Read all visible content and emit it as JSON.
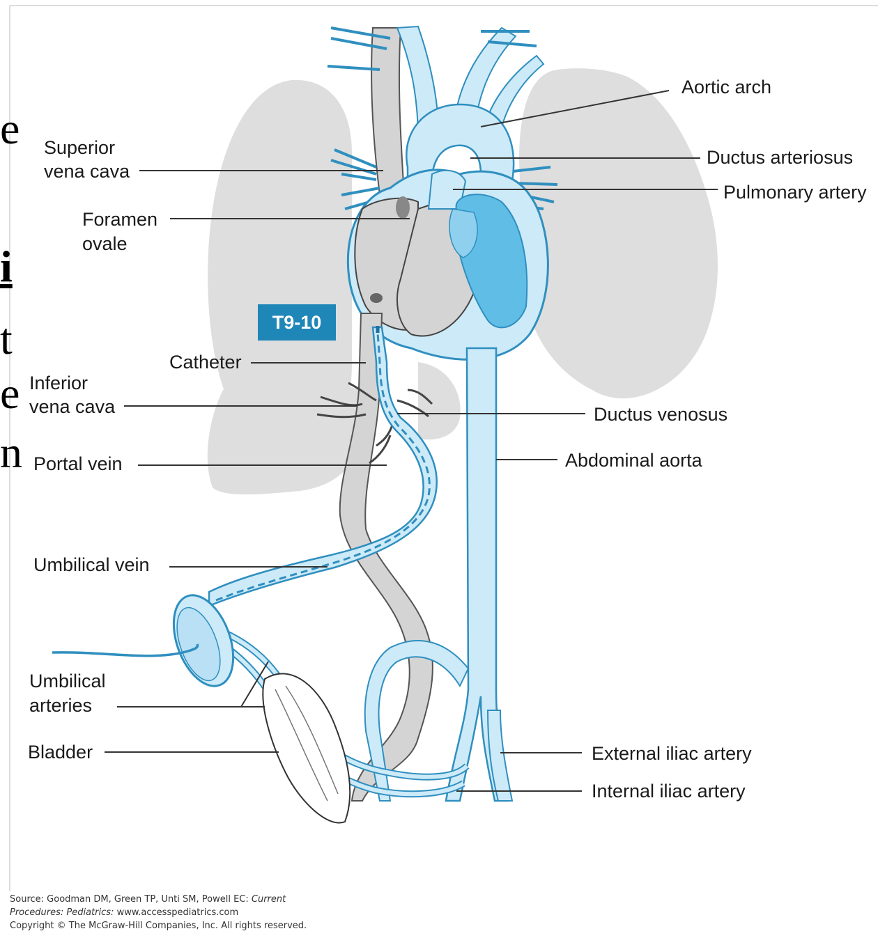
{
  "background_fragments": [
    "e",
    "i",
    "t",
    "e",
    "n"
  ],
  "badge": "T9-10",
  "labels": {
    "aortic_arch": "Aortic arch",
    "superior_vena_cava_1": "Superior",
    "superior_vena_cava_2": "vena cava",
    "ductus_arteriosus": "Ductus arteriosus",
    "pulmonary_artery": "Pulmonary artery",
    "foramen_ovale_1": "Foramen",
    "foramen_ovale_2": "ovale",
    "catheter": "Catheter",
    "inferior_vena_cava_1": "Inferior",
    "inferior_vena_cava_2": "vena cava",
    "ductus_venosus": "Ductus venosus",
    "portal_vein": "Portal vein",
    "abdominal_aorta": "Abdominal aorta",
    "umbilical_vein": "Umbilical vein",
    "umbilical_arteries_1": "Umbilical",
    "umbilical_arteries_2": "arteries",
    "bladder": "Bladder",
    "external_iliac_artery": "External iliac artery",
    "internal_iliac_artery": "Internal iliac artery"
  },
  "source": {
    "line1_prefix": "Source: Goodman DM, Green TP, Unti SM, Powell EC: ",
    "line1_italic": "Current",
    "line2_italic": "Procedures: Pediatrics:",
    "line2_rest": " www.accesspediatrics.com",
    "line3": "Copyright © The McGraw-Hill Companies, Inc. All rights reserved."
  },
  "colors": {
    "vessel_blue": "#cdeaf8",
    "vessel_outline": "#2f8fbf",
    "lung_gray": "#dedede",
    "vein_gray": "#d4d4d4",
    "heart_blue": "#5fbde6",
    "badge_blue": "#1f86b8"
  }
}
